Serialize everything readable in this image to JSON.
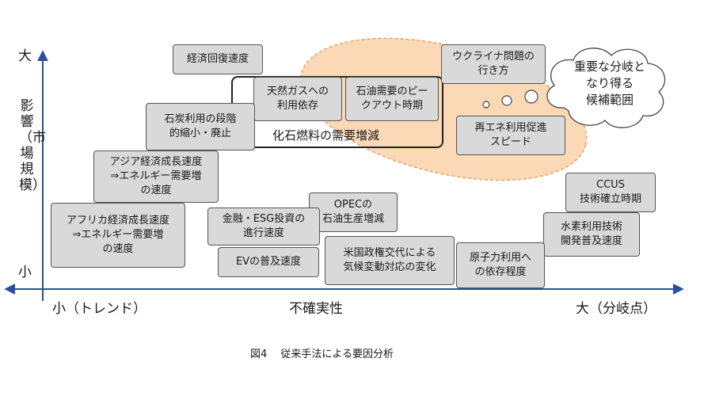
{
  "axes": {
    "y_top": "大",
    "y_bottom": "小",
    "y_title": "影響（市場規模）",
    "x_left": "小（トレンド）",
    "x_center": "不確実性",
    "x_right": "大（分岐点）"
  },
  "callout": {
    "text": "重要な分岐と\nなり得る\n候補範囲"
  },
  "fossil_group": {
    "label": "化石燃料の需要増減"
  },
  "boxes": {
    "b1": "経済回復速度",
    "b2": "天然ガスへの\n利用依存",
    "b3": "石油需要のピー\nクアウト時期",
    "b4": "ウクライナ問題の\n行き方",
    "b5": "石炭利用の段階\n的縮小・廃止",
    "b6": "再エネ利用促進\nスピード",
    "b7": "アジア経済成長速度\n⇒エネルギー需要増\nの速度",
    "b8": "CCUS\n技術確立時期",
    "b9": "OPECの\n石油生産増減",
    "b10": "金融・ESG投資の\n進行速度",
    "b11": "アフリカ経済成長速度\n⇒エネルギー需要増\nの速度",
    "b12": "水素利用技術\n開発普及速度",
    "b13": "EVの普及速度",
    "b14": "米国政権交代による\n気候変動対応の変化",
    "b15": "原子力利用へ\nの依存程度"
  },
  "caption": "図4　 従来手法による要因分析",
  "colors": {
    "box_fill": "#d9d9d9",
    "region_fill": "#fcd9b6",
    "region_stroke": "#e8964e",
    "axis": "#2b4f9e"
  }
}
